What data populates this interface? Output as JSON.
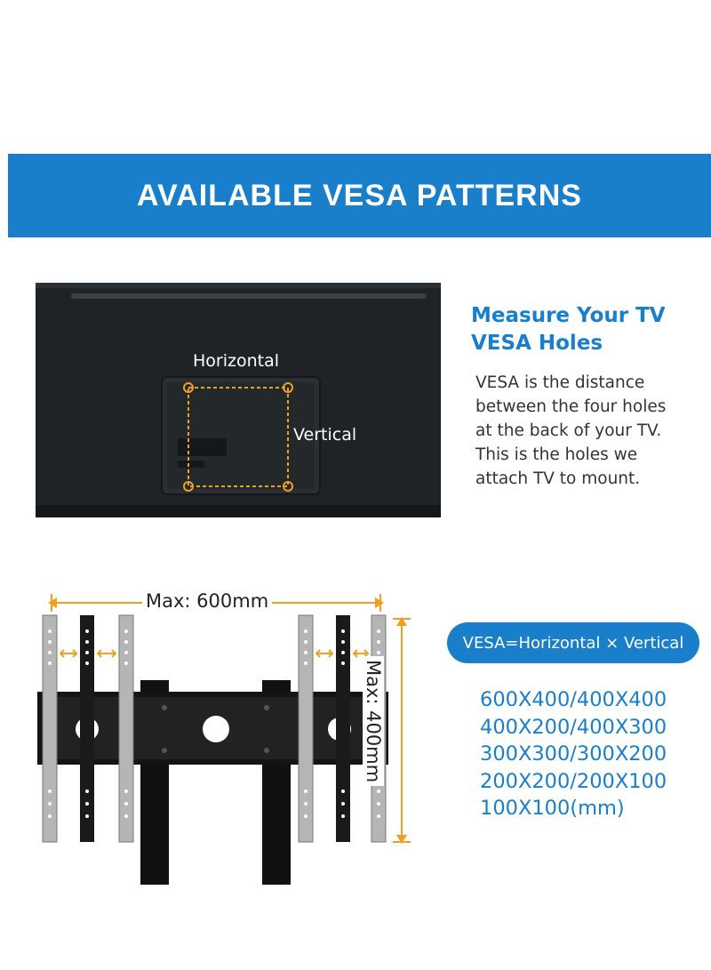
{
  "banner": {
    "title": "AVAILABLE VESA PATTERNS"
  },
  "tv_diagram": {
    "horizontal_label": "Horizontal",
    "vertical_label": "Vertical"
  },
  "info": {
    "title_lines": [
      "Measure Your TV",
      "VESA Holes"
    ],
    "description_lines": [
      "VESA is the distance",
      "between the four holes",
      "at the back of your TV.",
      "This is the holes we",
      "attach TV to mount."
    ]
  },
  "mount_diagram": {
    "max_width_label": "Max: 600mm",
    "max_height_label": "Max: 400mm"
  },
  "formula": {
    "label": "VESA=Horizontal × Vertical"
  },
  "patterns": [
    "600X400/400X400",
    "400X200/400X300",
    "300X300/300X200",
    "200X200/200X100",
    "100X100(mm)"
  ],
  "colors": {
    "brand_blue": "#1a7fcb",
    "accent_orange": "#f0a020",
    "tv_body": "#1f2326"
  }
}
